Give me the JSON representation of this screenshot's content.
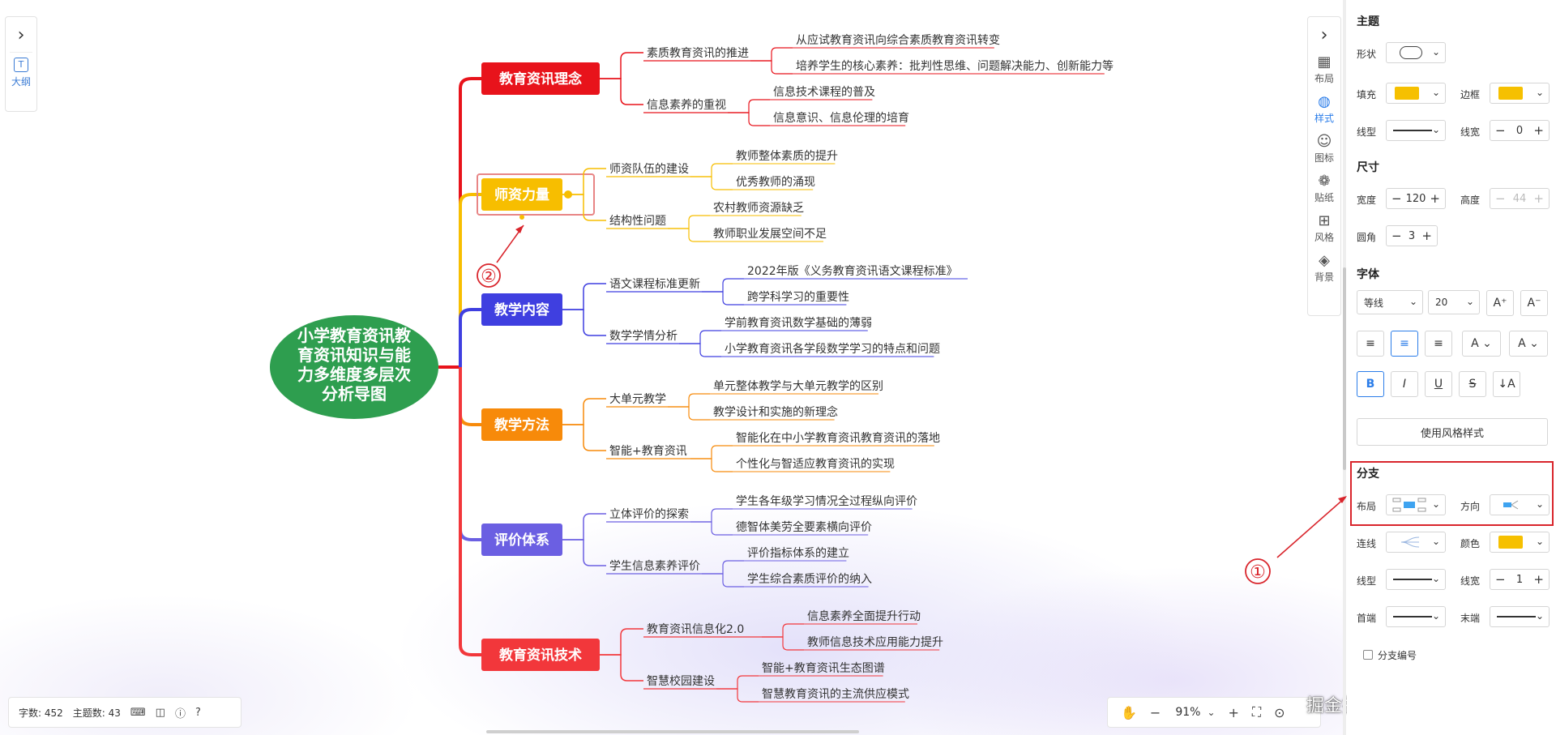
{
  "mindmap": {
    "root": {
      "lines": [
        "小学教育资讯教",
        "育资讯知识与能",
        "力多维度多层次",
        "分析导图"
      ]
    },
    "branches": [
      {
        "label": "教育资讯理念",
        "color": "#e8131b",
        "subs": [
          {
            "label": "素质教育资讯的推进",
            "leaves": [
              "从应试教育资讯向综合素质教育资讯转变",
              "培养学生的核心素养：批判性思维、问题解决能力、创新能力等"
            ]
          },
          {
            "label": "信息素养的重视",
            "leaves": [
              "信息技术课程的普及",
              "信息意识、信息伦理的培育"
            ]
          }
        ]
      },
      {
        "label": "师资力量",
        "color": "#f7be00",
        "subs": [
          {
            "label": "师资队伍的建设",
            "leaves": [
              "教师整体素质的提升",
              "优秀教师的涌现"
            ]
          },
          {
            "label": "结构性问题",
            "leaves": [
              "农村教师资源缺乏",
              "教师职业发展空间不足"
            ]
          }
        ]
      },
      {
        "label": "教学内容",
        "color": "#3f3fe0",
        "subs": [
          {
            "label": "语文课程标准更新",
            "leaves": [
              "2022年版《义务教育资讯语文课程标准》",
              "跨学科学习的重要性"
            ]
          },
          {
            "label": "数学学情分析",
            "leaves": [
              "学前教育资讯数学基础的薄弱",
              "小学教育资讯各学段数学学习的特点和问题"
            ]
          }
        ]
      },
      {
        "label": "教学方法",
        "color": "#f78a0a",
        "subs": [
          {
            "label": "大单元教学",
            "leaves": [
              "单元整体教学与大单元教学的区别",
              "教学设计和实施的新理念"
            ]
          },
          {
            "label": "智能+教育资讯",
            "leaves": [
              "智能化在中小学教育资讯教育资讯的落地",
              "个性化与智适应教育资讯的实现"
            ]
          }
        ]
      },
      {
        "label": "评价体系",
        "color": "#6b5fe2",
        "subs": [
          {
            "label": "立体评价的探索",
            "leaves": [
              "学生各年级学习情况全过程纵向评价",
              "德智体美劳全要素横向评价"
            ]
          },
          {
            "label": "学生信息素养评价",
            "leaves": [
              "评价指标体系的建立",
              "学生综合素质评价的纳入"
            ]
          }
        ]
      },
      {
        "label": "教育资讯技术",
        "color": "#f2373b",
        "subs": [
          {
            "label": "教育资讯信息化2.0",
            "leaves": [
              "信息素养全面提升行动",
              "教师信息技术应用能力提升"
            ]
          },
          {
            "label": "智慧校园建设",
            "leaves": [
              "智能+教育资讯生态图谱",
              "智慧教育资讯的主流供应模式"
            ]
          }
        ]
      }
    ]
  },
  "colors": {
    "root": "#2e9e4f",
    "accent": "#2b7de9",
    "fill": "#f6c000",
    "annotation": "#d9252c"
  },
  "left_panel": {
    "toggle_icon": "chevron-right-icon",
    "outline_label": "大纲"
  },
  "toolbar": {
    "items": [
      {
        "icon": "layout-icon",
        "label": "布局"
      },
      {
        "icon": "palette-icon",
        "label": "样式"
      },
      {
        "icon": "smile-icon",
        "label": "图标"
      },
      {
        "icon": "flower-icon",
        "label": "贴纸"
      },
      {
        "icon": "grid-icon",
        "label": "风格"
      },
      {
        "icon": "layers-icon",
        "label": "背景"
      }
    ],
    "active": "样式"
  },
  "sidebar": {
    "theme": {
      "title": "主题",
      "shape": "形状",
      "fill": "填充",
      "border": "边框",
      "line_type": "线型",
      "line_width": "线宽",
      "line_width_value": "0"
    },
    "size": {
      "title": "尺寸",
      "width": "宽度",
      "width_value": "120",
      "height": "高度",
      "height_value": "44",
      "radius": "圆角",
      "radius_value": "3"
    },
    "font": {
      "title": "字体",
      "family": "等线",
      "size": "20"
    },
    "style_btn": "使用风格样式",
    "branch": {
      "title": "分支",
      "layout": "布局",
      "direction": "方向",
      "connector": "连线",
      "color": "颜色",
      "line_type": "线型",
      "line_width": "线宽",
      "line_width_value": "1",
      "head": "首端",
      "tail": "末端",
      "numbering": "分支编号"
    }
  },
  "status": {
    "word_count": "字数: 452",
    "topic_count": "主题数: 43"
  },
  "zoom": {
    "value": "91%"
  },
  "annotations": {
    "one": "①",
    "two": "②"
  },
  "watermark": "掘金技术社区 @ 图形天下"
}
